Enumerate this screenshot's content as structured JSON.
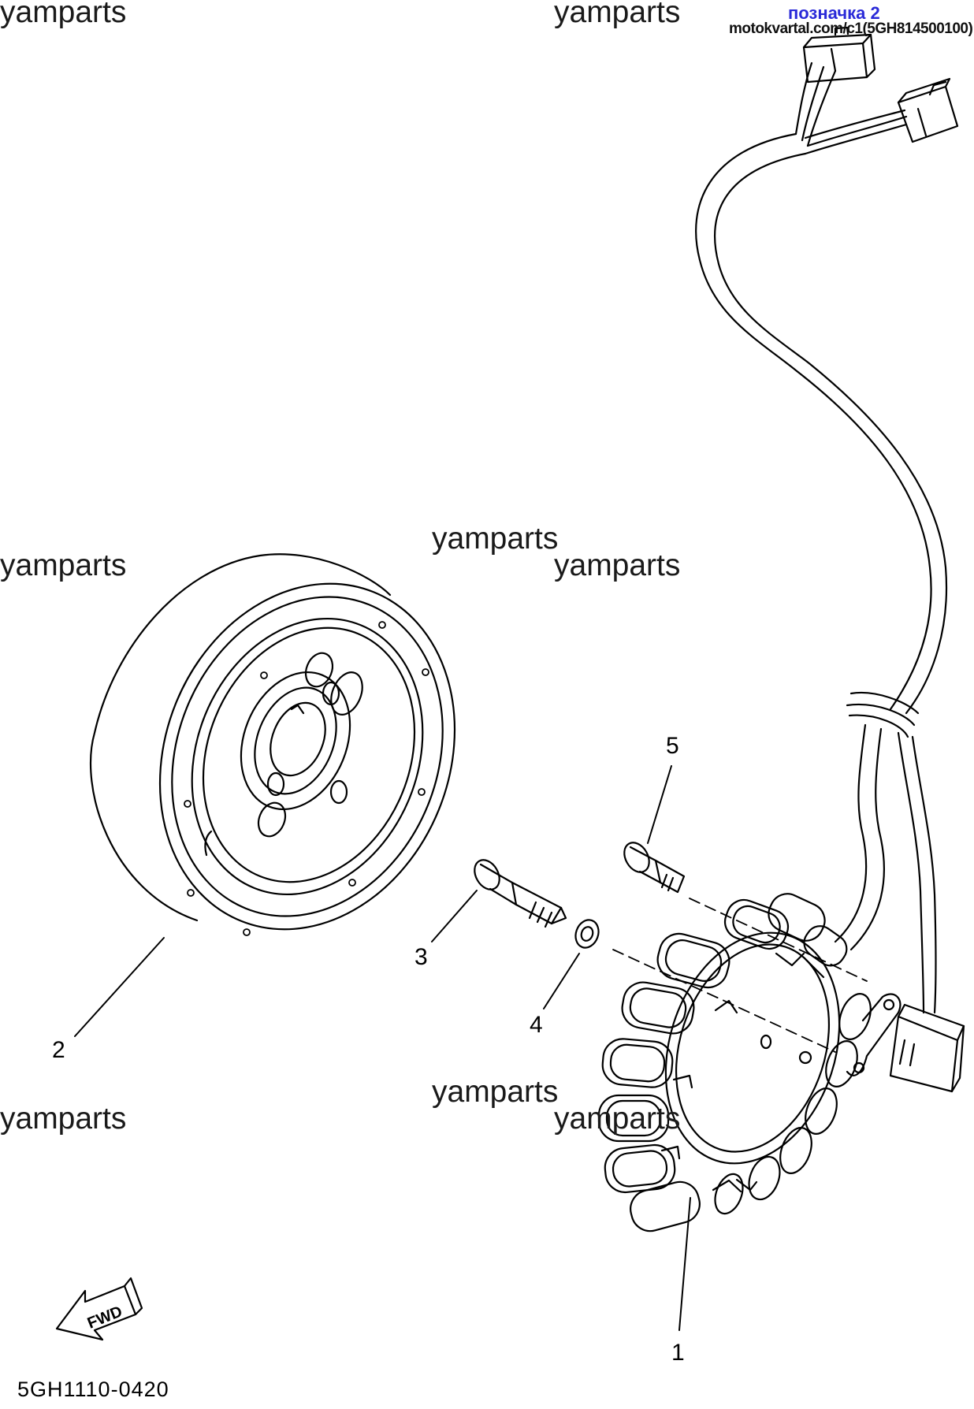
{
  "watermarks": [
    {
      "text": "yamparts"
    },
    {
      "text": "yamparts"
    },
    {
      "text": "yamparts"
    },
    {
      "text": "yamparts"
    },
    {
      "text": "yamparts"
    },
    {
      "text": "yamparts"
    },
    {
      "text": "yamparts"
    },
    {
      "text": "yamparts"
    }
  ],
  "tag": {
    "title": "позначка 2",
    "link": "motokvartal.com/c1(5GH814500100)"
  },
  "callouts": [
    {
      "number": "1"
    },
    {
      "number": "2"
    },
    {
      "number": "3"
    },
    {
      "number": "4"
    },
    {
      "number": "5"
    }
  ],
  "fwd_label": "FWD",
  "diagram_code": "5GH1110-0420",
  "line_color": "#000000"
}
